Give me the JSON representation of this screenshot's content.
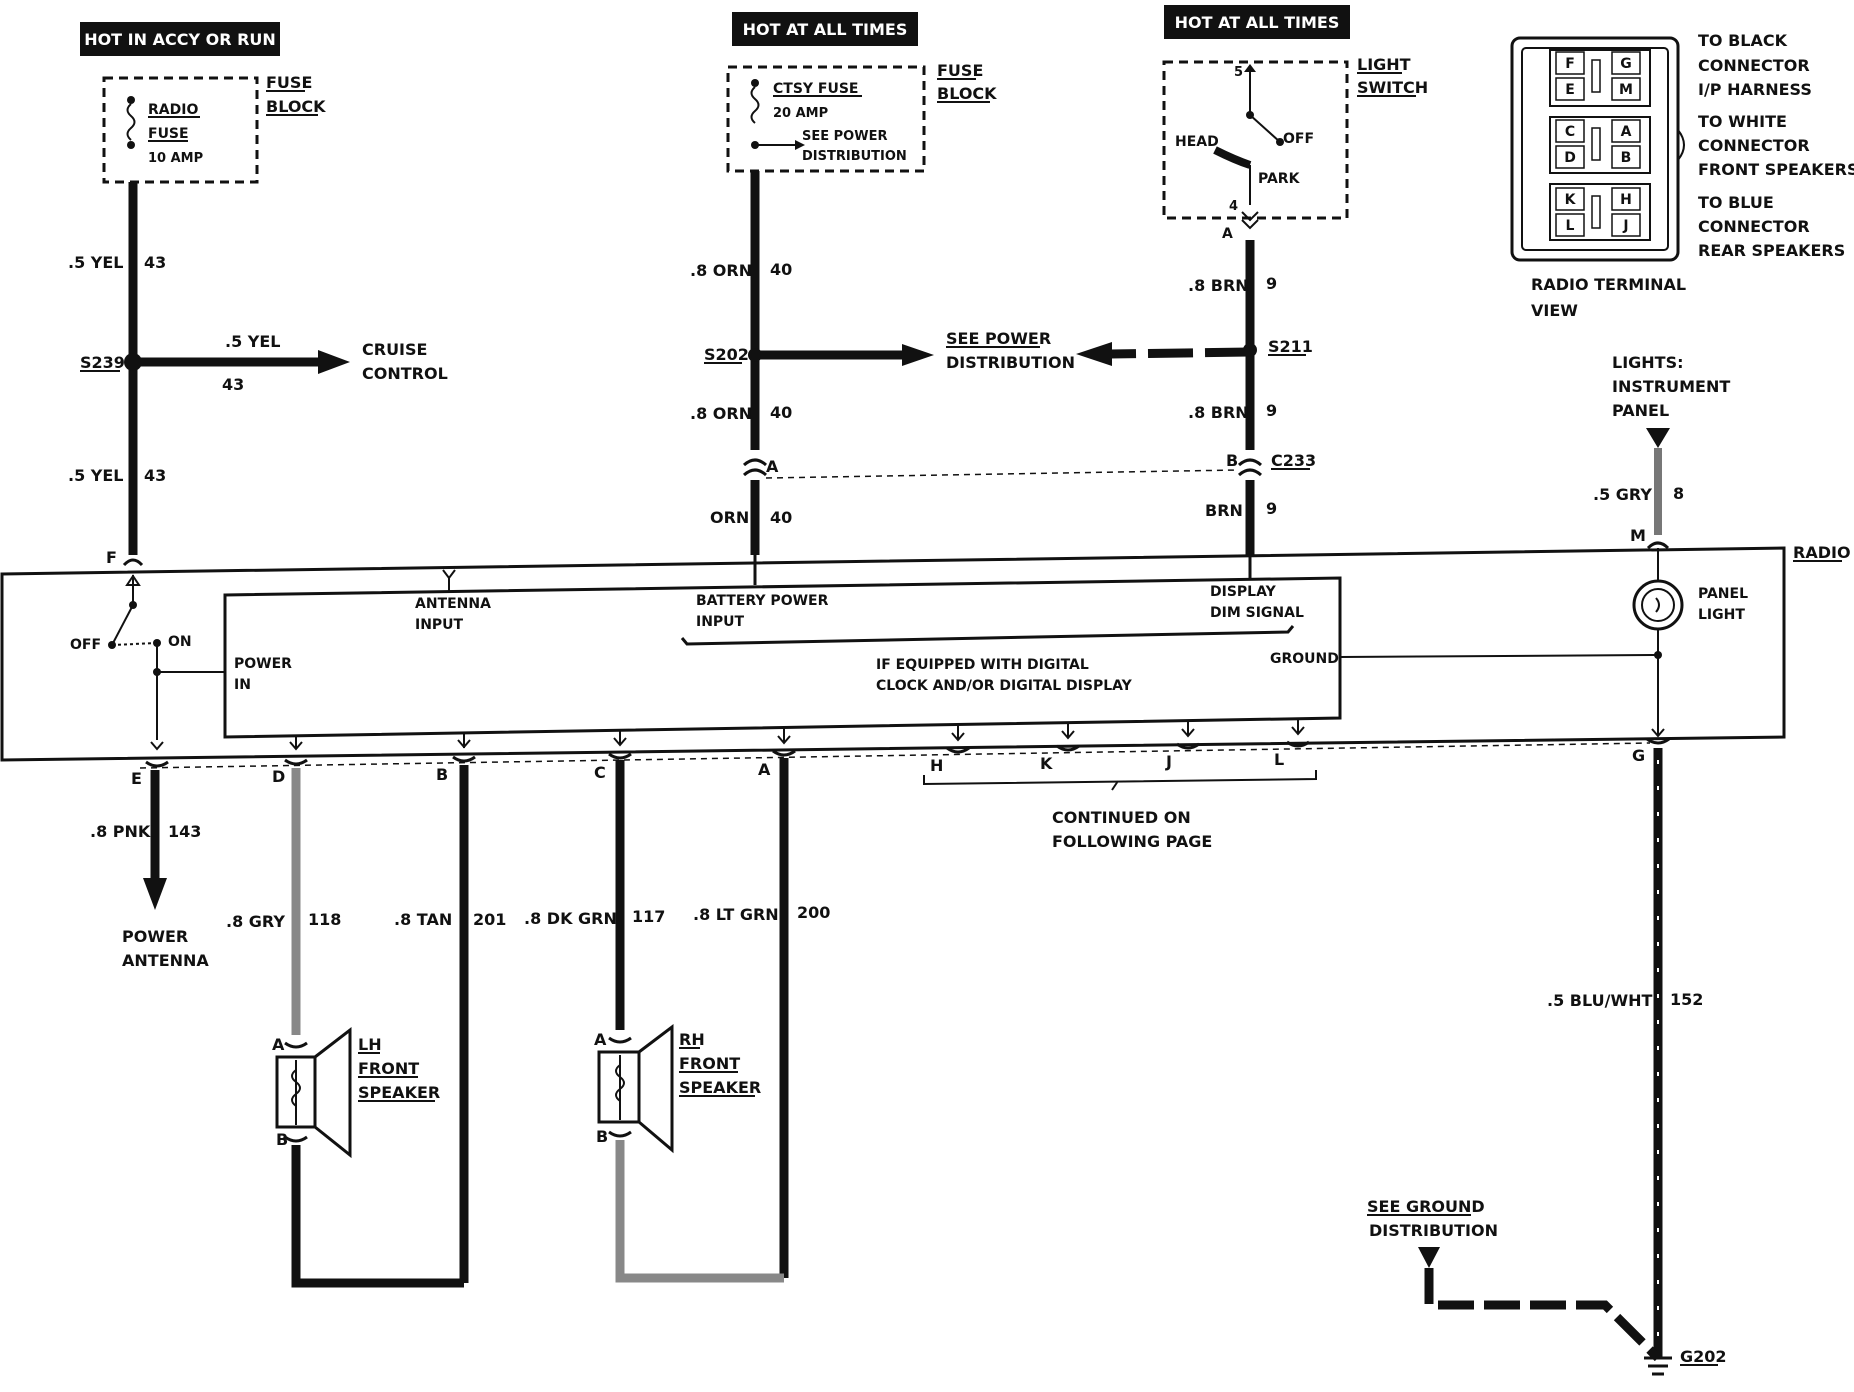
{
  "headers": {
    "accy_run": "HOT IN ACCY OR RUN",
    "all_times_1": "HOT AT ALL TIMES",
    "all_times_2": "HOT AT ALL TIMES"
  },
  "radio_fuse_block": {
    "fuse_name_1": "RADIO",
    "fuse_name_2": "FUSE",
    "rating": "10 AMP",
    "block_1": "FUSE",
    "block_2": "BLOCK"
  },
  "ctsy_fuse_block": {
    "fuse_name": "CTSY FUSE",
    "rating": "20 AMP",
    "see_1": "SEE POWER",
    "see_2": "DISTRIBUTION",
    "block_1": "FUSE",
    "block_2": "BLOCK"
  },
  "light_switch": {
    "title_1": "LIGHT",
    "title_2": "SWITCH",
    "head": "HEAD",
    "off": "OFF",
    "park": "PARK",
    "pin_top": "5",
    "pin_bottom": "4",
    "conn_a": "A"
  },
  "terminal_view": {
    "black_1": "TO BLACK",
    "black_2": "CONNECTOR",
    "black_3": "I/P HARNESS",
    "white_1": "TO WHITE",
    "white_2": "CONNECTOR",
    "white_3": "FRONT SPEAKERS",
    "blue_1": "TO BLUE",
    "blue_2": "CONNECTOR",
    "blue_3": "REAR SPEAKERS",
    "caption_1": "RADIO TERMINAL",
    "caption_2": "VIEW",
    "pins": [
      "F",
      "G",
      "E",
      "M",
      "C",
      "A",
      "D",
      "B",
      "K",
      "H",
      "L",
      "J"
    ]
  },
  "wires": {
    "w43_top_color": ".5 YEL",
    "w43_top_num": "43",
    "splice_s239": "S239",
    "cruise_color": ".5 YEL",
    "cruise_num": "43",
    "cruise_1": "CRUISE",
    "cruise_2": "CONTROL",
    "w43_bot_color": ".5 YEL",
    "w43_bot_num": "43",
    "w40_top_color": ".8 ORN",
    "w40_top_num": "40",
    "splice_s202": "S202",
    "see_pd_1": "SEE POWER",
    "see_pd_2": "DISTRIBUTION",
    "w40_mid_color": ".8 ORN",
    "w40_mid_num": "40",
    "w40_bot_color": "ORN",
    "w40_bot_num": "40",
    "w9_top_color": ".8 BRN",
    "w9_top_num": "9",
    "splice_s211": "S211",
    "w9_mid_color": ".8 BRN",
    "w9_mid_num": "9",
    "conn_c233": "C233",
    "w9_bot_color": "BRN",
    "w9_bot_num": "9",
    "lights_1": "LIGHTS:",
    "lights_2": "INSTRUMENT",
    "lights_3": "PANEL",
    "w8_color": ".5 GRY",
    "w8_num": "8",
    "w143_color": ".8 PNK",
    "w143_num": "143",
    "power_antenna_1": "POWER",
    "power_antenna_2": "ANTENNA",
    "w118_color": ".8 GRY",
    "w118_num": "118",
    "w201_color": ".8 TAN",
    "w201_num": "201",
    "w117_color": ".8 DK GRN",
    "w117_num": "117",
    "w200_color": ".8 LT GRN",
    "w200_num": "200",
    "w152_color": ".5 BLU/WHT",
    "w152_num": "152",
    "see_ground_1": "SEE GROUND",
    "see_ground_2": "DISTRIBUTION",
    "ground_g202": "G202"
  },
  "radio": {
    "title": "RADIO",
    "off": "OFF",
    "on": "ON",
    "power_in_1": "POWER",
    "power_in_2": "IN",
    "antenna_1": "ANTENNA",
    "antenna_2": "INPUT",
    "battery_1": "BATTERY POWER",
    "battery_2": "INPUT",
    "display_1": "DISPLAY",
    "display_2": "DIM SIGNAL",
    "ground": "GROUND",
    "digital_1": "IF EQUIPPED WITH DIGITAL",
    "digital_2": "CLOCK AND/OR DIGITAL DISPLAY",
    "panel_1": "PANEL",
    "panel_2": "LIGHT",
    "continued_1": "CONTINUED ON",
    "continued_2": "FOLLOWING PAGE"
  },
  "pins": {
    "F": "F",
    "M": "M",
    "A_ctsy": "A",
    "B_c233": "B",
    "E": "E",
    "D": "D",
    "B": "B",
    "C": "C",
    "A": "A",
    "H": "H",
    "K": "K",
    "J": "J",
    "L": "L",
    "G": "G"
  },
  "speakers": {
    "lh_1": "LH",
    "lh_2": "FRONT",
    "lh_3": "SPEAKER",
    "rh_1": "RH",
    "rh_2": "FRONT",
    "rh_3": "SPEAKER",
    "pin_a": "A",
    "pin_b": "B"
  }
}
